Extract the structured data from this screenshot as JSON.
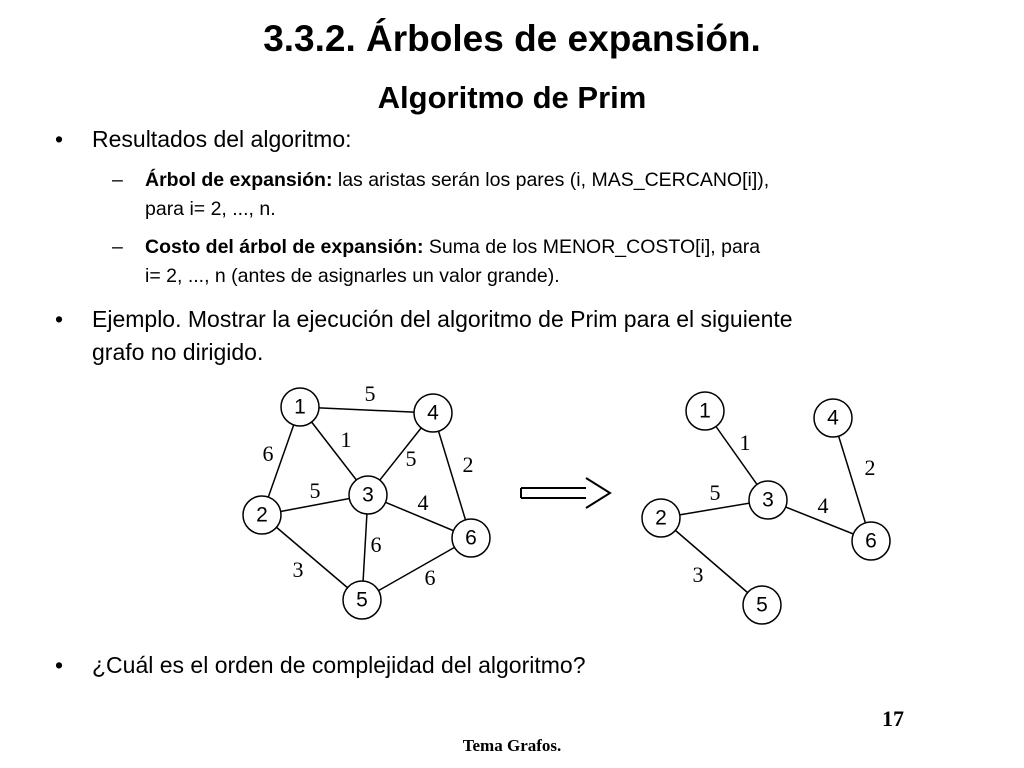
{
  "title": "3.3.2. Árboles de expansión.",
  "subtitle": "Algoritmo de Prim",
  "bullet_mark": "•",
  "sub_mark": "–",
  "b1": "Resultados del algoritmo:",
  "s1": {
    "bold": "Árbol de expansión:",
    "rest": " las aristas serán los pares (i, MAS_CERCANO[i]),",
    "line2": "para i= 2, ..., n."
  },
  "s2": {
    "bold": "Costo del árbol de expansión:",
    "rest": " Suma de los MENOR_COSTO[i], para",
    "line2": "i= 2, ..., n (antes de asignarles un valor grande)."
  },
  "b2": {
    "bold": "Ejemplo",
    "rest": ". Mostrar la ejecución del algoritmo de Prim para el siguiente",
    "line2": "grafo no dirigido."
  },
  "b3": "¿Cuál es el orden de complejidad del algoritmo?",
  "graph": {
    "nodes": [
      "1",
      "2",
      "3",
      "4",
      "5",
      "6"
    ],
    "edges": [
      {
        "from": "1",
        "to": "4",
        "weight": "5"
      },
      {
        "from": "1",
        "to": "2",
        "weight": "6"
      },
      {
        "from": "1",
        "to": "3",
        "weight": "1"
      },
      {
        "from": "4",
        "to": "3",
        "weight": "5"
      },
      {
        "from": "4",
        "to": "6",
        "weight": "2"
      },
      {
        "from": "2",
        "to": "3",
        "weight": "5"
      },
      {
        "from": "3",
        "to": "6",
        "weight": "4"
      },
      {
        "from": "2",
        "to": "5",
        "weight": "3"
      },
      {
        "from": "3",
        "to": "5",
        "weight": "6"
      },
      {
        "from": "5",
        "to": "6",
        "weight": "6"
      }
    ]
  },
  "tree": {
    "nodes": [
      "1",
      "2",
      "3",
      "4",
      "5",
      "6"
    ],
    "edges": [
      {
        "from": "1",
        "to": "3",
        "weight": "1"
      },
      {
        "from": "2",
        "to": "3",
        "weight": "5"
      },
      {
        "from": "3",
        "to": "6",
        "weight": "4"
      },
      {
        "from": "4",
        "to": "6",
        "weight": "2"
      },
      {
        "from": "2",
        "to": "5",
        "weight": "3"
      }
    ]
  },
  "arrow_icon": "right-arrow-icon",
  "page_number": "17",
  "footer": "Tema Grafos."
}
